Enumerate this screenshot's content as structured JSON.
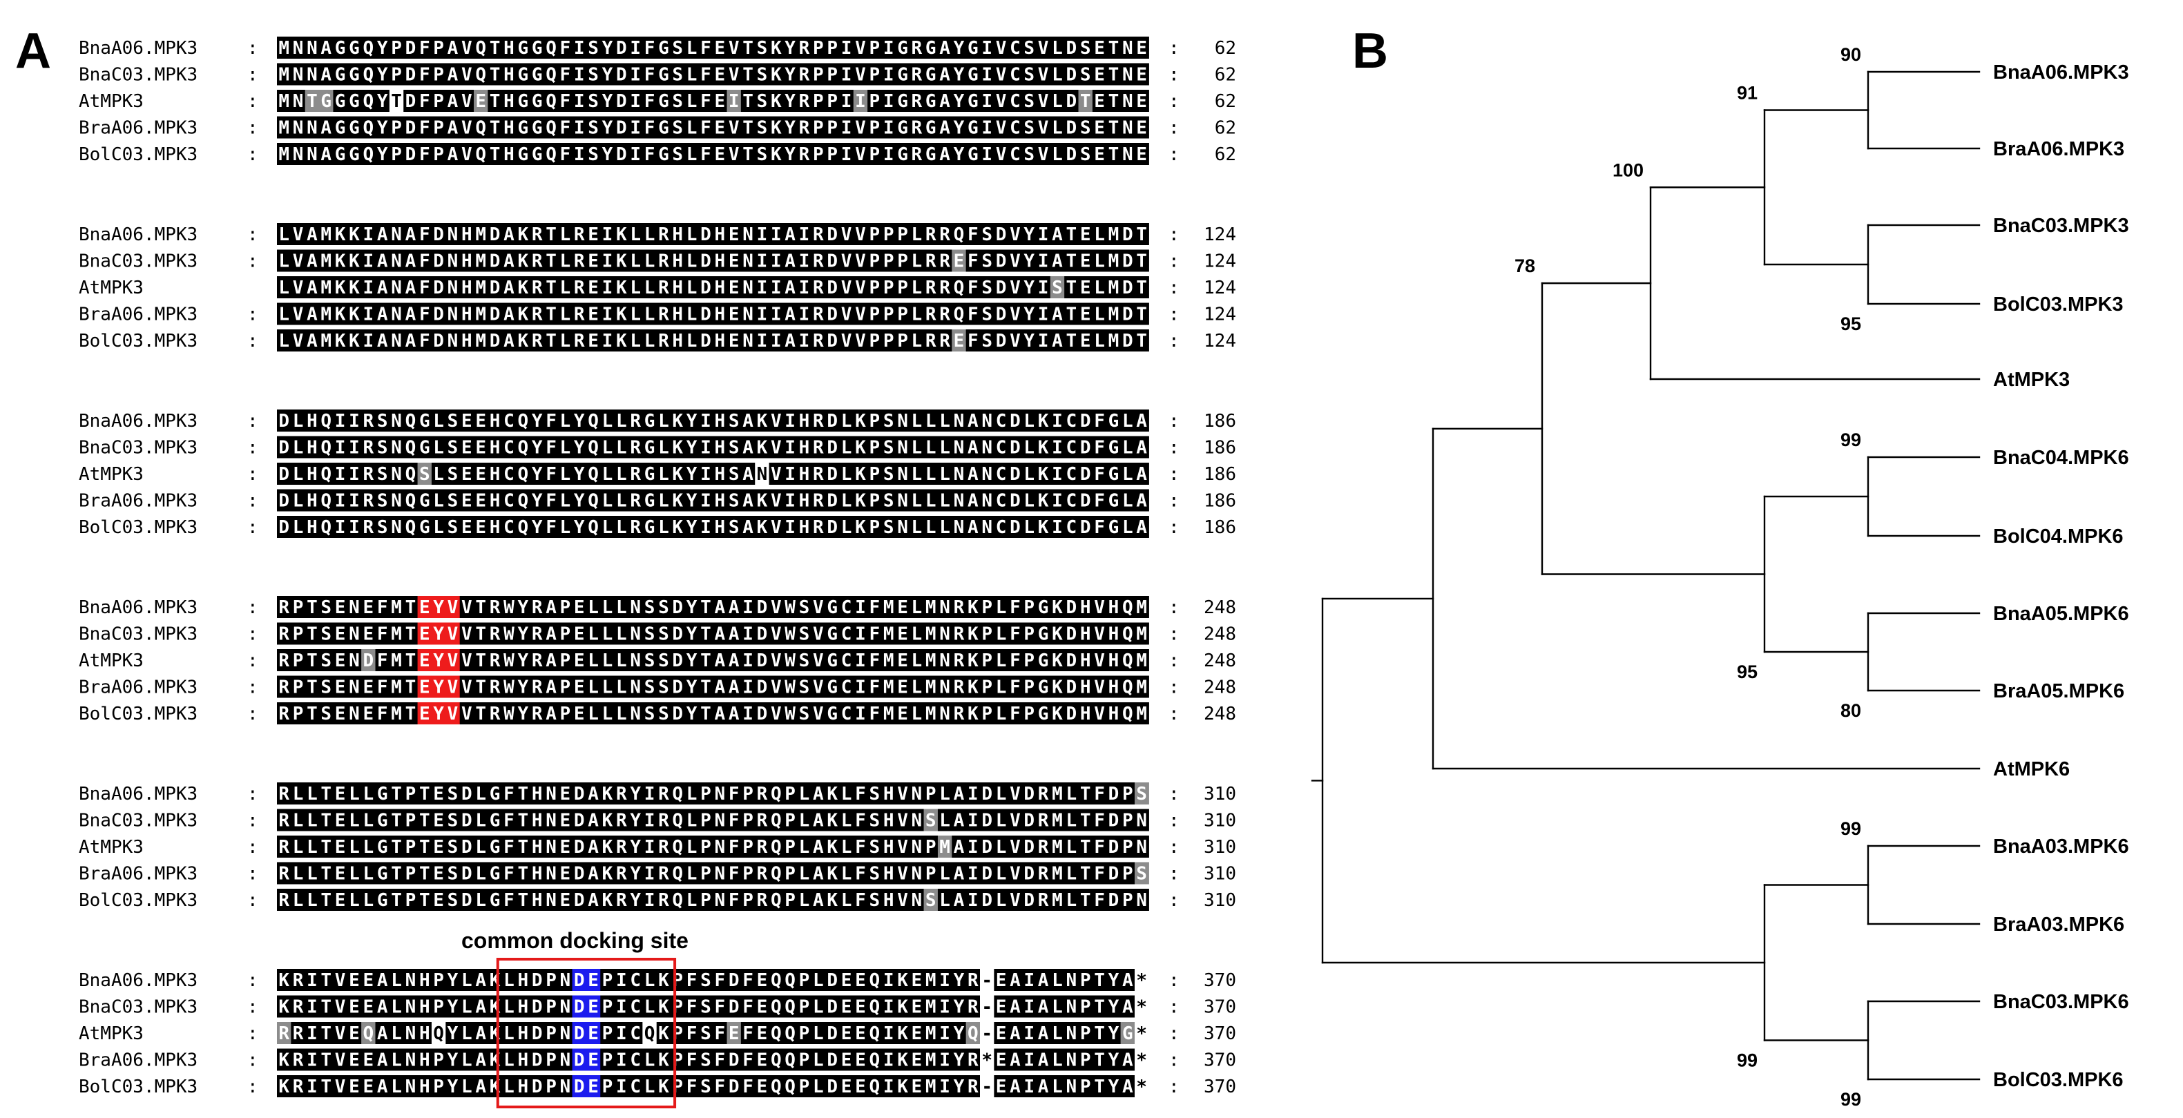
{
  "panels": {
    "a_label": "A",
    "b_label": "B"
  },
  "colors": {
    "identical_bg": "#000000",
    "identical_fg": "#ffffff",
    "similar_bg": "#8c8c8c",
    "similar_fg": "#ffffff",
    "different_bg": "#ffffff",
    "different_fg": "#000000",
    "tey_motif_bg": "#ee1c1c",
    "de_motif_bg": "#1c1cee",
    "docking_box": "#e41a1a",
    "tree_line": "#000000"
  },
  "alignment": {
    "docking_label": "common docking site",
    "docking_box_block": 5,
    "docking_box_start": 16,
    "docking_box_end": 28,
    "blocks": [
      {
        "rows": [
          {
            "name": "BnaA06.MPK3",
            "sep": ":",
            "seq": "MNNAGGQYPDFPAVQTHGGQFISYDIFGSLFEVTSKYRPPIVPIGRGAYGIVCSVLDSETNE",
            "end": "62"
          },
          {
            "name": "BnaC03.MPK3",
            "sep": ":",
            "seq": "MNNAGGQYPDFPAVQTHGGQFISYDIFGSLFEVTSKYRPPIVPIGRGAYGIVCSVLDSETNE",
            "end": "62"
          },
          {
            "name": "AtMPK3",
            "sep": ":",
            "seq": "MNTGGGQYTDFPAVETHGGQFISYDIFGSLFEITSKYRPPIIPIGRGAYGIVCSVLDTETNE",
            "end": "62"
          },
          {
            "name": "BraA06.MPK3",
            "sep": ":",
            "seq": "MNNAGGQYPDFPAVQTHGGQFISYDIFGSLFEVTSKYRPPIVPIGRGAYGIVCSVLDSETNE",
            "end": "62"
          },
          {
            "name": "BolC03.MPK3",
            "sep": ":",
            "seq": "MNNAGGQYPDFPAVQTHGGQFISYDIFGSLFEVTSKYRPPIVPIGRGAYGIVCSVLDSETNE",
            "end": "62"
          }
        ]
      },
      {
        "rows": [
          {
            "name": "BnaA06.MPK3",
            "sep": ":",
            "seq": "LVAMKKIANAFDNHMDAKRTLREIKLLRHLDHENIIAIRDVVPPPLRRQFSDVYIATELMDT",
            "end": "124"
          },
          {
            "name": "BnaC03.MPK3",
            "sep": ":",
            "seq": "LVAMKKIANAFDNHMDAKRTLREIKLLRHLDHENIIAIRDVVPPPLRREFSDVYIATELMDT",
            "end": "124"
          },
          {
            "name": "AtMPK3",
            "sep": "",
            "seq": "LVAMKKIANAFDNHMDAKRTLREIKLLRHLDHENIIAIRDVVPPPLRRQFSDVYISTELMDT",
            "end": "124"
          },
          {
            "name": "BraA06.MPK3",
            "sep": ":",
            "seq": "LVAMKKIANAFDNHMDAKRTLREIKLLRHLDHENIIAIRDVVPPPLRRQFSDVYIATELMDT",
            "end": "124"
          },
          {
            "name": "BolC03.MPK3",
            "sep": ":",
            "seq": "LVAMKKIANAFDNHMDAKRTLREIKLLRHLDHENIIAIRDVVPPPLRREFSDVYIATELMDT",
            "end": "124"
          }
        ]
      },
      {
        "rows": [
          {
            "name": "BnaA06.MPK3",
            "sep": ":",
            "seq": "DLHQIIRSNQGLSEEHCQYFLYQLLRGLKYIHSAKVIHRDLKPSNLLLNANCDLKICDFGLA",
            "end": "186"
          },
          {
            "name": "BnaC03.MPK3",
            "sep": ":",
            "seq": "DLHQIIRSNQGLSEEHCQYFLYQLLRGLKYIHSAKVIHRDLKPSNLLLNANCDLKICDFGLA",
            "end": "186"
          },
          {
            "name": "AtMPK3",
            "sep": ":",
            "seq": "DLHQIIRSNQSLSEEHCQYFLYQLLRGLKYIHSANVIHRDLKPSNLLLNANCDLKICDFGLA",
            "end": "186"
          },
          {
            "name": "BraA06.MPK3",
            "sep": ":",
            "seq": "DLHQIIRSNQGLSEEHCQYFLYQLLRGLKYIHSAKVIHRDLKPSNLLLNANCDLKICDFGLA",
            "end": "186"
          },
          {
            "name": "BolC03.MPK3",
            "sep": ":",
            "seq": "DLHQIIRSNQGLSEEHCQYFLYQLLRGLKYIHSAKVIHRDLKPSNLLLNANCDLKICDFGLA",
            "end": "186"
          }
        ]
      },
      {
        "rows": [
          {
            "name": "BnaA06.MPK3",
            "sep": ":",
            "seq": "RPTSENEFMTEYVVTRWYRAPELLLNSSDYTAAIDVWSVGCIFMELMNRKPLFPGKDHVHQM",
            "end": "248"
          },
          {
            "name": "BnaC03.MPK3",
            "sep": ":",
            "seq": "RPTSENEFMTEYVVTRWYRAPELLLNSSDYTAAIDVWSVGCIFMELMNRKPLFPGKDHVHQM",
            "end": "248"
          },
          {
            "name": "AtMPK3",
            "sep": ":",
            "seq": "RPTSENDFMTEYVVTRWYRAPELLLNSSDYTAAIDVWSVGCIFMELMNRKPLFPGKDHVHQM",
            "end": "248"
          },
          {
            "name": "BraA06.MPK3",
            "sep": ":",
            "seq": "RPTSENEFMTEYVVTRWYRAPELLLNSSDYTAAIDVWSVGCIFMELMNRKPLFPGKDHVHQM",
            "end": "248"
          },
          {
            "name": "BolC03.MPK3",
            "sep": ":",
            "seq": "RPTSENEFMTEYVVTRWYRAPELLLNSSDYTAAIDVWSVGCIFMELMNRKPLFPGKDHVHQM",
            "end": "248"
          }
        ]
      },
      {
        "rows": [
          {
            "name": "BnaA06.MPK3",
            "sep": ":",
            "seq": "RLLTELLGTPTESDLGFTHNEDAKRYIRQLPNFPRQPLAKLFSHVNPLAIDLVDRMLTFDPS",
            "end": "310"
          },
          {
            "name": "BnaC03.MPK3",
            "sep": ":",
            "seq": "RLLTELLGTPTESDLGFTHNEDAKRYIRQLPNFPRQPLAKLFSHVNSLAIDLVDRMLTFDPN",
            "end": "310"
          },
          {
            "name": "AtMPK3",
            "sep": ":",
            "seq": "RLLTELLGTPTESDLGFTHNEDAKRYIRQLPNFPRQPLAKLFSHVNPMAIDLVDRMLTFDPN",
            "end": "310"
          },
          {
            "name": "BraA06.MPK3",
            "sep": ":",
            "seq": "RLLTELLGTPTESDLGFTHNEDAKRYIRQLPNFPRQPLAKLFSHVNPLAIDLVDRMLTFDPS",
            "end": "310"
          },
          {
            "name": "BolC03.MPK3",
            "sep": ":",
            "seq": "RLLTELLGTPTESDLGFTHNEDAKRYIRQLPNFPRQPLAKLFSHVNSLAIDLVDRMLTFDPN",
            "end": "310"
          }
        ]
      },
      {
        "rows": [
          {
            "name": "BnaA06.MPK3",
            "sep": ":",
            "seq": "KRITVEEALNHPYLAKLHDPNDEPICLKPFSFDFEQQPLDEEQIKEMIYR-EAIALNPTYA*",
            "end": "370"
          },
          {
            "name": "BnaC03.MPK3",
            "sep": ":",
            "seq": "KRITVEEALNHPYLAKLHDPNDEPICLKPFSFDFEQQPLDEEQIKEMIYR-EAIALNPTYA*",
            "end": "370"
          },
          {
            "name": "AtMPK3",
            "sep": ":",
            "seq": "RRITVEQALNHQYLAKLHDPNDEPICQKPFSFEFEQQPLDEEQIKEMIYQ-EAIALNPTYG*",
            "end": "370"
          },
          {
            "name": "BraA06.MPK3",
            "sep": ":",
            "seq": "KRITVEEALNHPYLAKLHDPNDEPICLKPFSFDFEQQPLDEEQIKEMIYR*EAIALNPTYA*",
            "end": "370"
          },
          {
            "name": "BolC03.MPK3",
            "sep": ":",
            "seq": "KRITVEEALNHPYLAKLHDPNDEPICLKPFSFDFEQQPLDEEQIKEMIYR-EAIALNPTYA*",
            "end": "370"
          }
        ]
      }
    ]
  },
  "tree": {
    "leaves": [
      {
        "id": "L1",
        "name": "BnaA06.MPK3"
      },
      {
        "id": "L2",
        "name": "BraA06.MPK3"
      },
      {
        "id": "L3",
        "name": "BnaC03.MPK3"
      },
      {
        "id": "L4",
        "name": "BolC03.MPK3"
      },
      {
        "id": "L5",
        "name": "AtMPK3"
      },
      {
        "id": "L6",
        "name": "BnaC04.MPK6"
      },
      {
        "id": "L7",
        "name": "BolC04.MPK6"
      },
      {
        "id": "L8",
        "name": "BnaA05.MPK6"
      },
      {
        "id": "L9",
        "name": "BraA05.MPK6"
      },
      {
        "id": "L10",
        "name": "AtMPK6"
      },
      {
        "id": "L11",
        "name": "BnaA03.MPK6"
      },
      {
        "id": "L12",
        "name": "BraA03.MPK6"
      },
      {
        "id": "L13",
        "name": "BnaC03.MPK6"
      },
      {
        "id": "L14",
        "name": "BolC03.MPK6"
      }
    ],
    "bootstrap": [
      {
        "node": "N1",
        "value": "90"
      },
      {
        "node": "N2",
        "value": "95"
      },
      {
        "node": "N3",
        "value": "91"
      },
      {
        "node": "N4",
        "value": "100"
      },
      {
        "node": "N5",
        "value": "99"
      },
      {
        "node": "N6",
        "value": "80"
      },
      {
        "node": "N7",
        "value": "95"
      },
      {
        "node": "N8",
        "value": "78"
      },
      {
        "node": "N9",
        "value": "99"
      },
      {
        "node": "N10",
        "value": "99"
      },
      {
        "node": "N11",
        "value": "99"
      }
    ]
  }
}
